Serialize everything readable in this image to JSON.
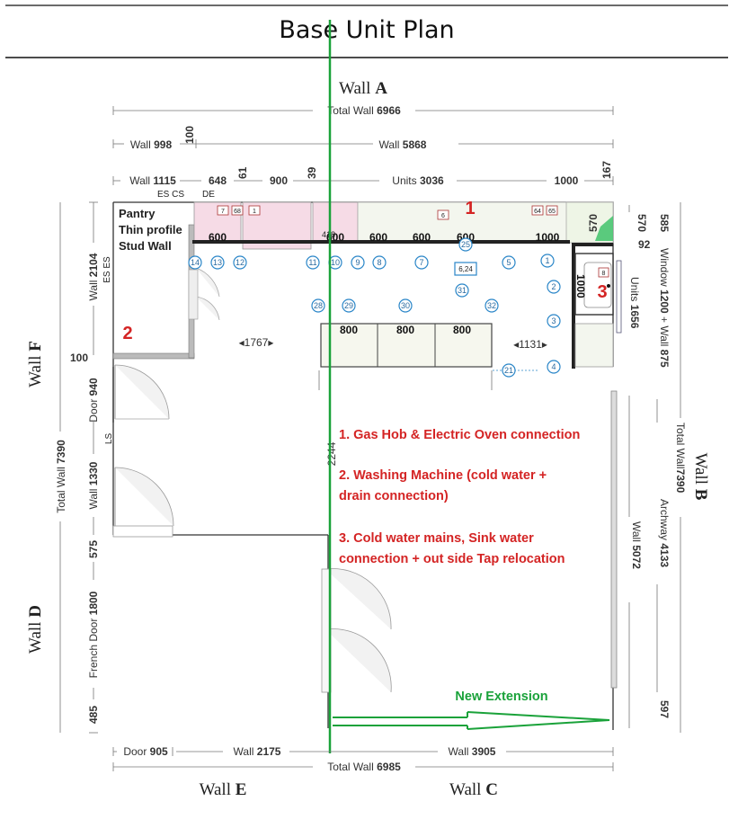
{
  "title": "Base Unit Plan",
  "walls": {
    "a": {
      "prefix": "Wall ",
      "letter": "A"
    },
    "b": {
      "prefix": "Wall ",
      "letter": "B"
    },
    "c": {
      "prefix": "Wall ",
      "letter": "C"
    },
    "d": {
      "prefix": "Wall ",
      "letter": "D"
    },
    "e": {
      "prefix": "Wall ",
      "letter": "E"
    },
    "f": {
      "prefix": "Wall ",
      "letter": "F"
    }
  },
  "top_dims": {
    "total_wall": {
      "label": "Total Wall ",
      "value": "6966"
    },
    "wall_998": {
      "label": "Wall ",
      "value": "998"
    },
    "wall_5868": {
      "label": "Wall ",
      "value": "5868"
    },
    "v100": "100",
    "wall_1115": {
      "label": "Wall ",
      "value": "1115"
    },
    "d648": "648",
    "v61": "61",
    "d900": "900",
    "v39": "39",
    "units_3036": {
      "label": "Units ",
      "value": "3036"
    },
    "d1000": "1000",
    "v167": "167",
    "es_cs": "ES CS",
    "de": "DE"
  },
  "bottom_dims": {
    "door_905": {
      "label": "Door ",
      "value": "905"
    },
    "wall_2175": {
      "label": "Wall ",
      "value": "2175"
    },
    "wall_3905": {
      "label": "Wall ",
      "value": "3905"
    },
    "total_wall": {
      "label": "Total Wall ",
      "value": "6985"
    }
  },
  "left_dims": {
    "total_wall": {
      "label": "Total Wall ",
      "value": "7390"
    },
    "wall_2104": {
      "label": "Wall ",
      "value": "2104"
    },
    "es_es": "ES ES",
    "v100": "100",
    "door_940": {
      "label": "Door ",
      "value": "940"
    },
    "ls": "LS",
    "wall_1330": {
      "label": "Wall ",
      "value": "1330"
    },
    "v575": "575",
    "french_door": {
      "label": "French Door ",
      "value": "1800"
    },
    "v485": "485"
  },
  "right_dims": {
    "total_wall": {
      "label": "Total Wall",
      "value": "7390"
    },
    "v585": "585",
    "window": {
      "label": "Window ",
      "value": "1200"
    },
    "wall_875": {
      "label": "Wall ",
      "value": "875"
    },
    "v570": "570",
    "v92": "92",
    "units_1656": {
      "label": "Units ",
      "value": "1656"
    },
    "archway": {
      "label": "Archway ",
      "value": "4133"
    },
    "wall_5072": {
      "label": "Wall ",
      "value": "5072"
    },
    "v597": "597",
    "d570": "570",
    "d1000": "1000"
  },
  "pantry": {
    "line1": "Pantry",
    "line2": "Thin profile",
    "line3": "Stud Wall"
  },
  "units_top": [
    "600",
    "600",
    "600",
    "600",
    "600",
    "1000"
  ],
  "units_island": [
    "800",
    "800",
    "800"
  ],
  "interior_dims": {
    "d1767": "1767",
    "d1131": "1131",
    "d2244": "2244",
    "d418": "418"
  },
  "top_unit_tags": [
    "7",
    "68",
    "1",
    "6",
    "64",
    "65"
  ],
  "circles_top": [
    "14",
    "13",
    "12",
    "11",
    "10",
    "9",
    "8",
    "7",
    "25",
    "5",
    "1"
  ],
  "circles_island": [
    "28",
    "29",
    "30",
    "31",
    "32"
  ],
  "circles_right": [
    "2",
    "3",
    "4",
    "21"
  ],
  "tag_624": "6,24",
  "tag_8": "8",
  "markers": {
    "m1": "1",
    "m2": "2",
    "m3": "3"
  },
  "notes": [
    "1. Gas Hob & Electric Oven connection",
    "2. Washing Machine (cold water +",
    "drain connection)",
    "3. Cold water mains, Sink water",
    "connection + out side Tap relocation"
  ],
  "extension": "New Extension",
  "colors": {
    "accent_red": "#d42424",
    "accent_green": "#1aa23a",
    "circle_blue": "#2a86c8"
  }
}
